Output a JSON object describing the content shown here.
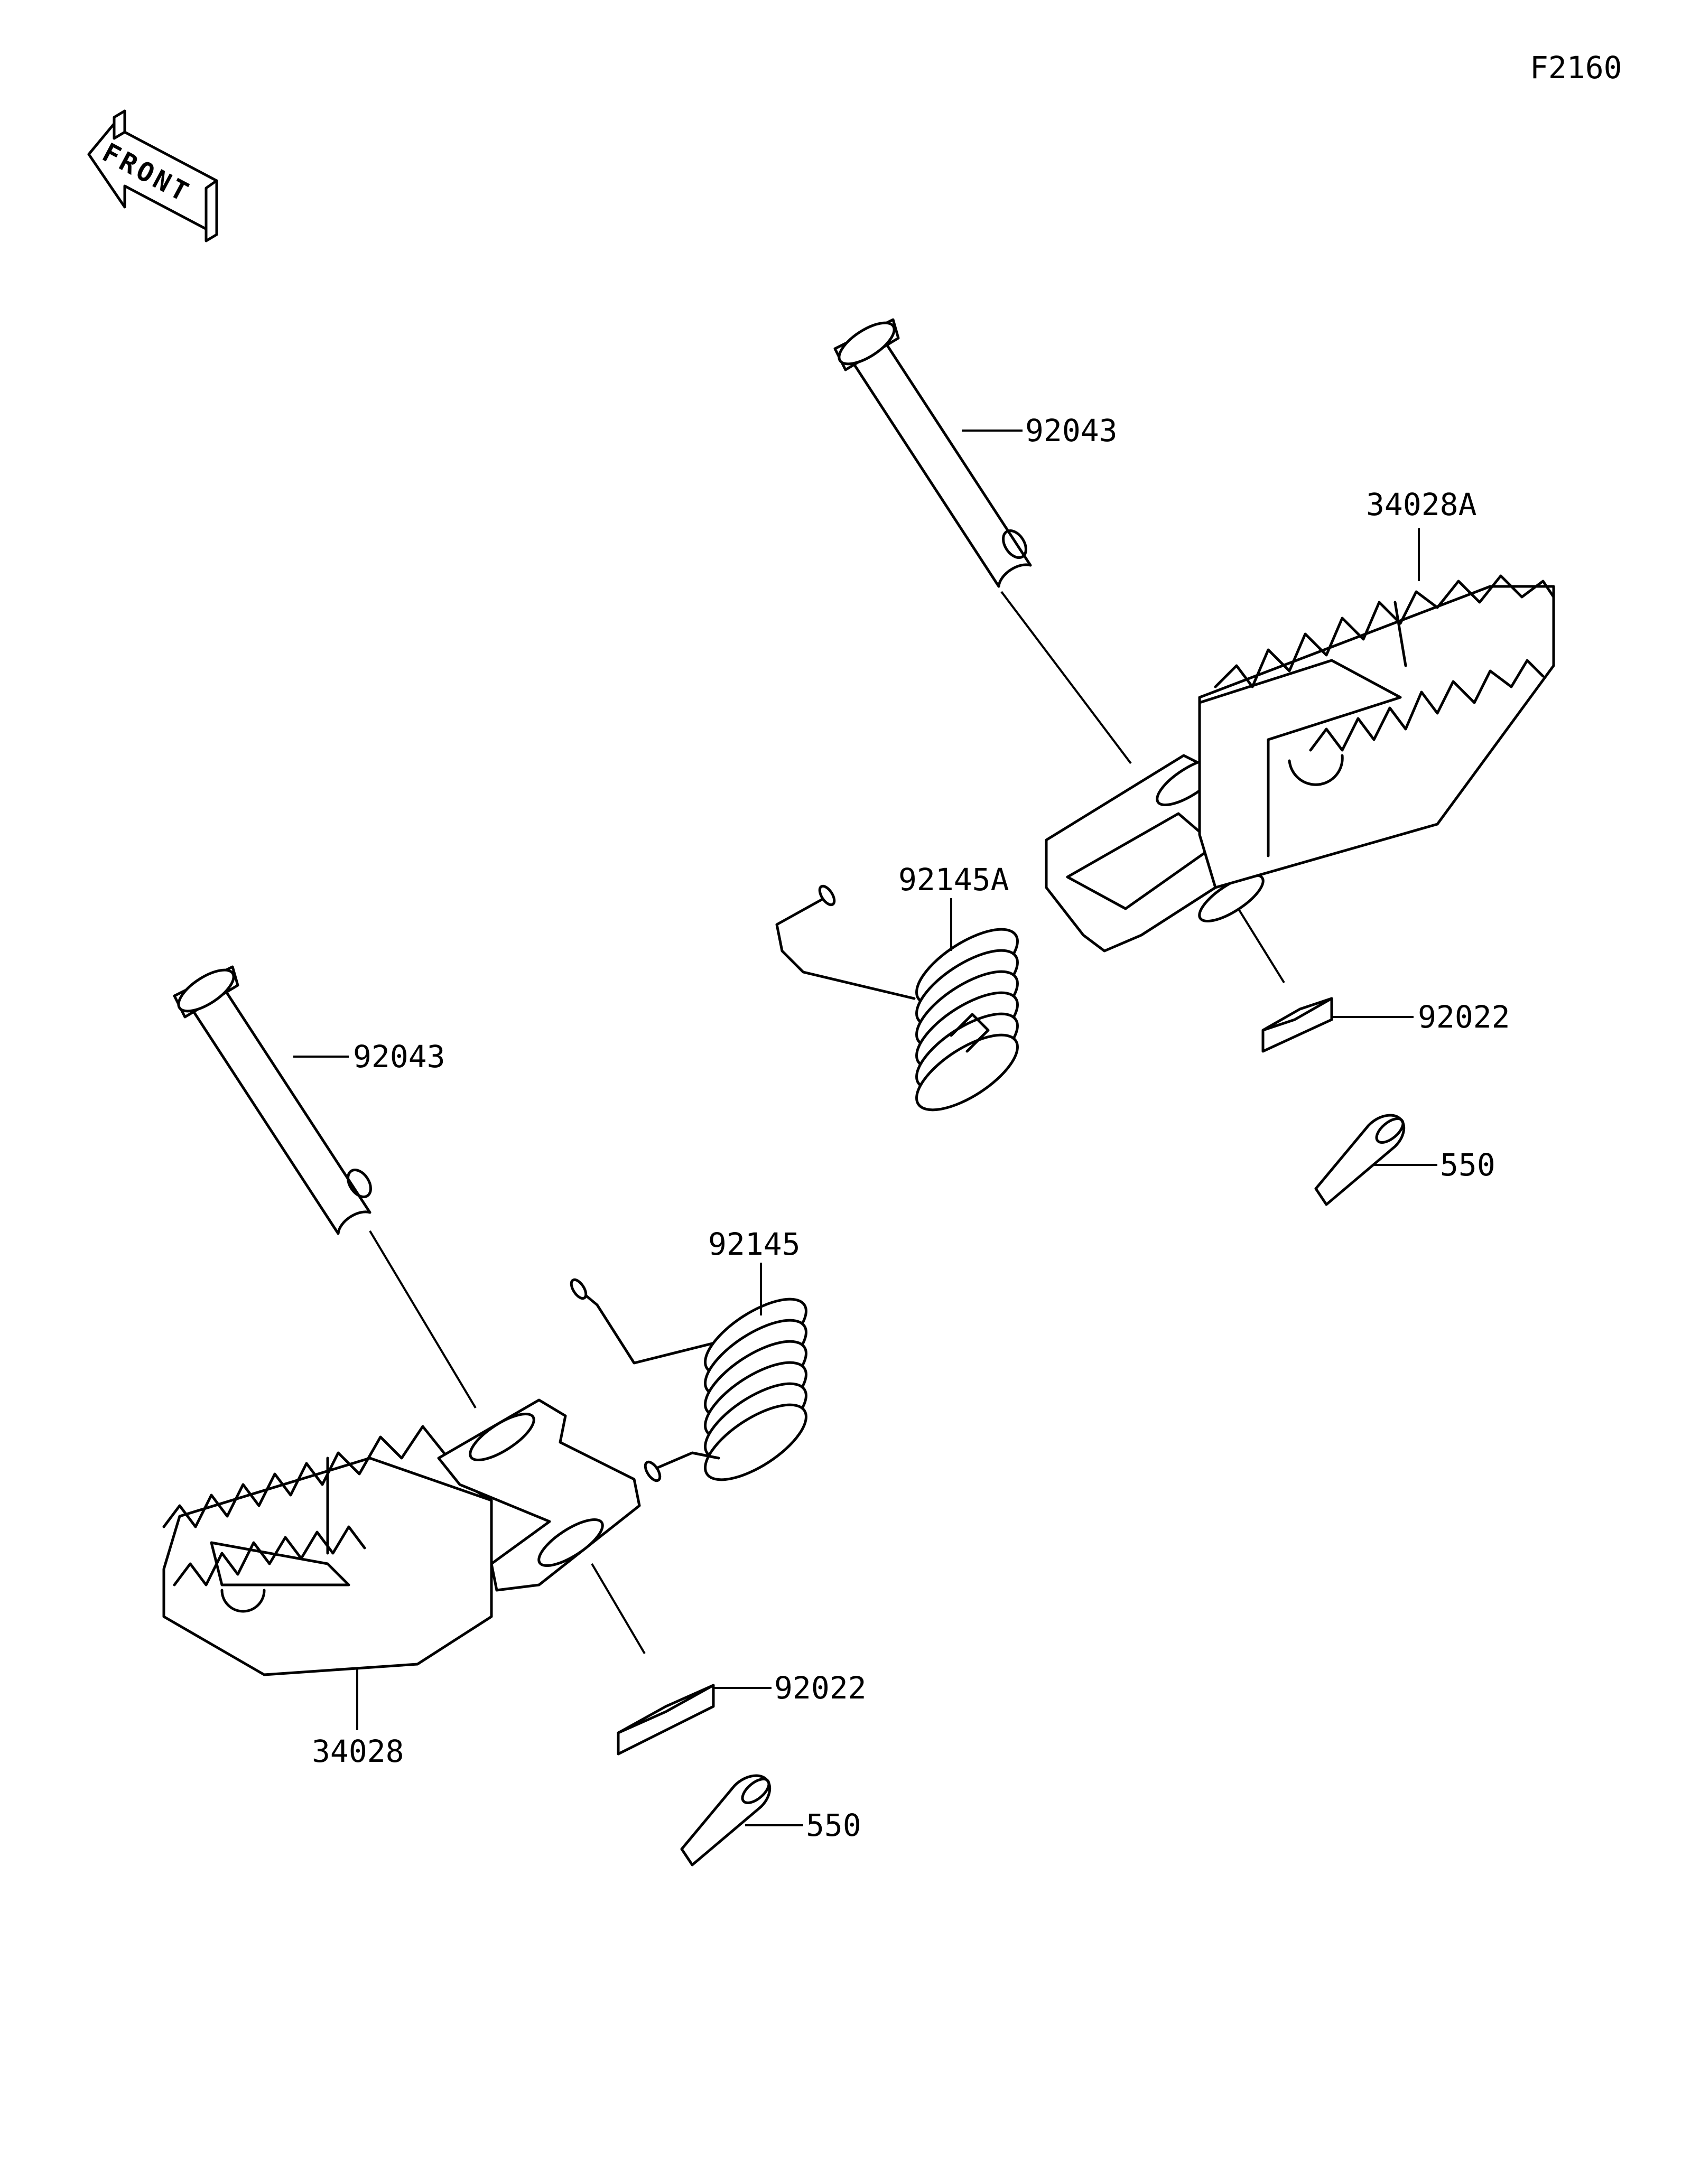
{
  "figure_code": "F2160",
  "front_badge": {
    "text": "FRONT",
    "icon": "front-arrow-icon"
  },
  "callouts": {
    "r_pin": "92043",
    "r_step": "34028A",
    "r_spring": "92145A",
    "r_washer": "92022",
    "r_cotter": "550",
    "l_pin": "92043",
    "l_spring": "92145",
    "l_washer": "92022",
    "l_cotter": "550",
    "l_step": "34028"
  }
}
